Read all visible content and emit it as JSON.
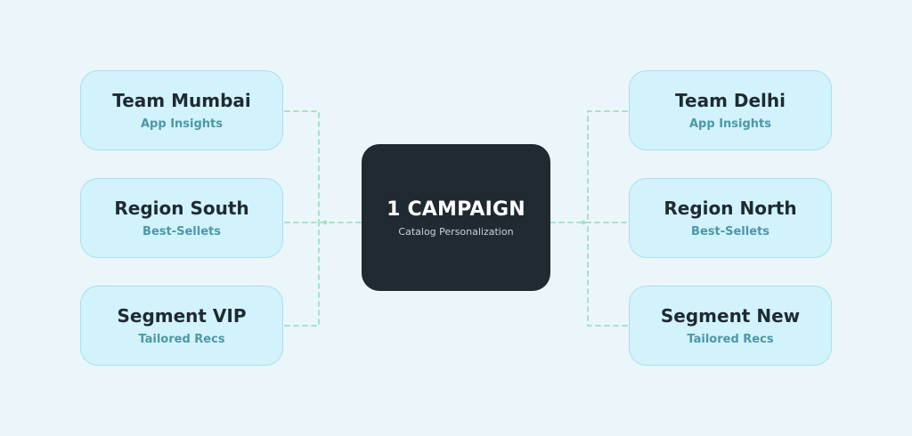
{
  "center": {
    "title": "1 CAMPAIGN",
    "subtitle": "Catalog Personalization"
  },
  "left_nodes": [
    {
      "title": "Team Mumbai",
      "subtitle": "App Insights"
    },
    {
      "title": "Region South",
      "subtitle": "Best-Sellets"
    },
    {
      "title": "Segment VIP",
      "subtitle": "Tailored Recs"
    }
  ],
  "right_nodes": [
    {
      "title": "Team Delhi",
      "subtitle": "App Insights"
    },
    {
      "title": "Region North",
      "subtitle": "Best-Sellets"
    },
    {
      "title": "Segment New",
      "subtitle": "Tailored Recs"
    }
  ],
  "colors": {
    "background": "#ebf6fb",
    "node_fill": "#d2f3fb",
    "node_border": "#a8dfee",
    "center_fill": "#212931",
    "connector": "#a6e3c9",
    "subtitle": "#4d97a8"
  }
}
